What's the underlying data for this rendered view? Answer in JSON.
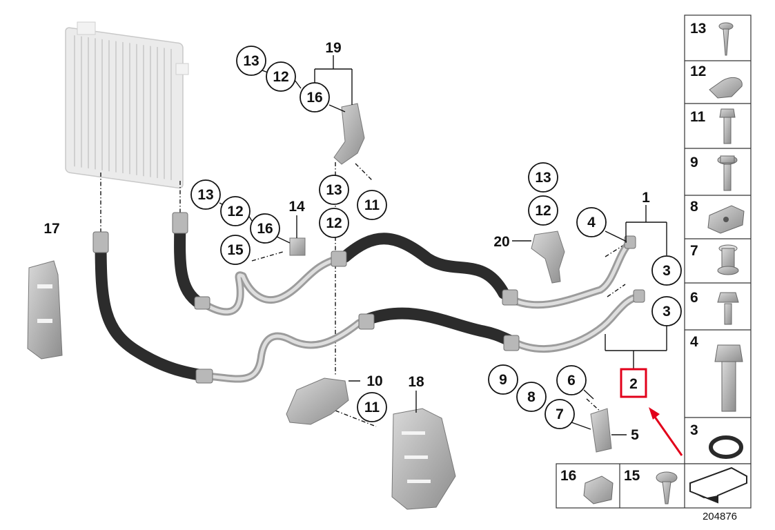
{
  "callouts": {
    "c13a": "13",
    "c12a": "12",
    "c16a": "16",
    "c13b": "13",
    "c12b": "12",
    "c16b": "16",
    "c15": "15",
    "c13c": "13",
    "c12c": "12",
    "c11a": "11",
    "c13d": "13",
    "c12d": "12",
    "c4": "4",
    "c3a": "3",
    "c3b": "3",
    "c9": "9",
    "c8": "8",
    "c6": "6",
    "c7": "7",
    "c11b": "11"
  },
  "labels": {
    "l19": "19",
    "l17": "17",
    "l14": "14",
    "l20": "20",
    "l1": "1",
    "l10": "10",
    "l18": "18",
    "l5": "5",
    "l2": "2"
  },
  "parts_panel": [
    "13",
    "12",
    "11",
    "9",
    "8",
    "7",
    "6",
    "4",
    "3"
  ],
  "bottom_panel": [
    "16",
    "15"
  ],
  "reference_number": "204876",
  "colors": {
    "highlight": "#e2001a",
    "hose_dark": "#3a3a3a",
    "pipe_light": "#bfbfbf",
    "part_gray": "#a8a8a8"
  }
}
